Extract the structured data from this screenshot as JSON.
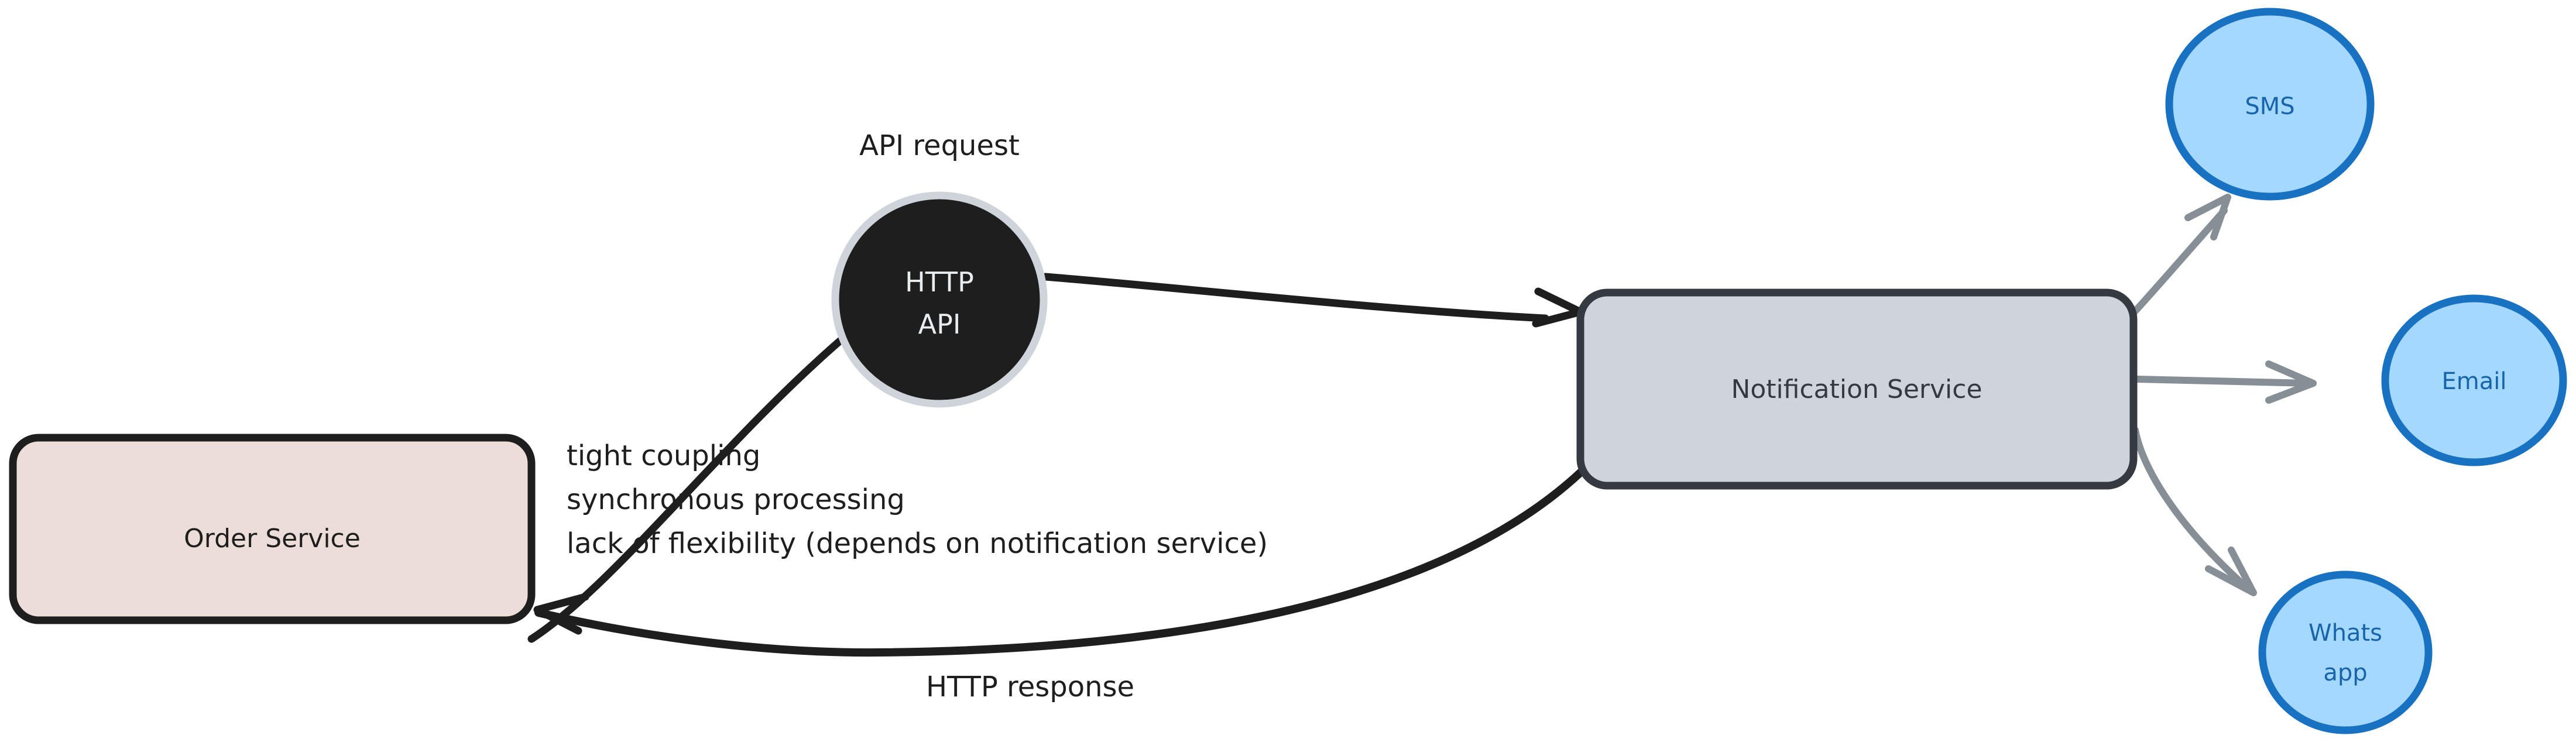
{
  "diagram": {
    "title": "Synchronous HTTP notification flow",
    "background": "#ffffff",
    "nodes": {
      "order_service": {
        "label": "Order Service",
        "shape": "rounded-rectangle",
        "fill": "#ecddd8",
        "stroke": "#1e1e1e",
        "text_color": "#1e1e1e"
      },
      "http_api": {
        "label_line1": "HTTP",
        "label_line2": "API",
        "shape": "circle",
        "fill": "#1e1e1e",
        "stroke": "#ced4da",
        "text_color": "#e9ecef"
      },
      "notification_service": {
        "label": "Notification Service",
        "shape": "rounded-rectangle",
        "fill": "#ced4da",
        "stroke": "#343a40",
        "text_color": "#343a40"
      },
      "sms": {
        "label": "SMS",
        "shape": "circle",
        "fill": "#a5d8ff",
        "stroke": "#1971c2",
        "text_color": "#1864ab"
      },
      "email": {
        "label": "Email",
        "shape": "circle",
        "fill": "#a5d8ff",
        "stroke": "#1971c2",
        "text_color": "#1864ab"
      },
      "whatsapp": {
        "label_line1": "Whats",
        "label_line2": "app",
        "shape": "circle",
        "fill": "#a5d8ff",
        "stroke": "#1971c2",
        "text_color": "#1864ab"
      }
    },
    "edges": {
      "api_request": {
        "label": "API request",
        "color": "#1e1e1e",
        "from": "order_service",
        "to": "http_api"
      },
      "api_to_notification": {
        "label": "",
        "color": "#1e1e1e",
        "from": "http_api",
        "to": "notification_service"
      },
      "http_response": {
        "label": "HTTP response",
        "color": "#1e1e1e",
        "from": "notification_service",
        "to": "order_service"
      },
      "to_sms": {
        "label": "",
        "color": "#868e96",
        "from": "notification_service",
        "to": "sms"
      },
      "to_email": {
        "label": "",
        "color": "#868e96",
        "from": "notification_service",
        "to": "email"
      },
      "to_whatsapp": {
        "label": "",
        "color": "#868e96",
        "from": "notification_service",
        "to": "whatsapp"
      }
    },
    "annotation": {
      "color": "#1e1e1e",
      "lines": [
        "tight coupling",
        "synchronous processing",
        "lack of flexibility (depends on notification service)"
      ]
    }
  }
}
